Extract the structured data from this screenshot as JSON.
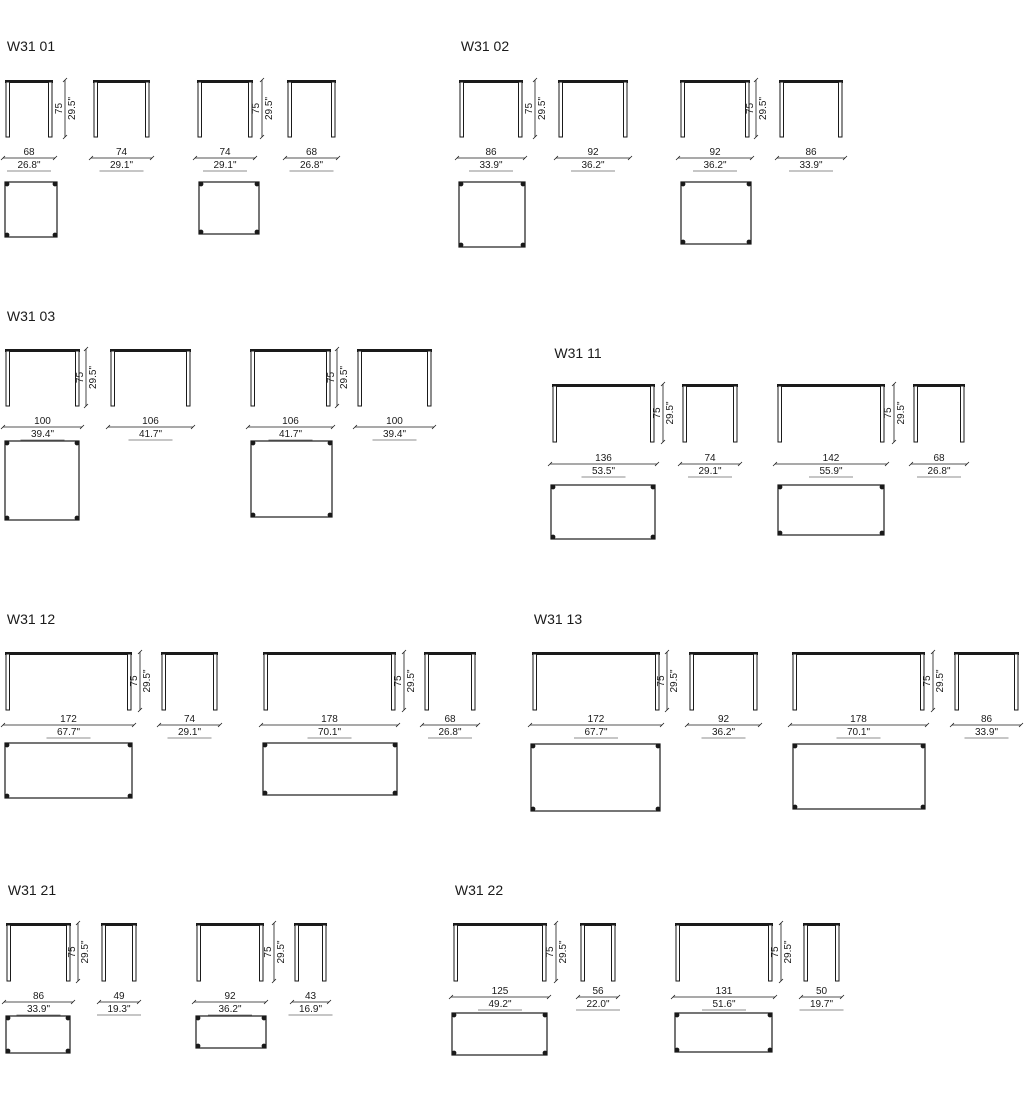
{
  "colors": {
    "line": "#1a1a1a",
    "background": "#ffffff"
  },
  "groups": [
    {
      "title": "W31 01",
      "heights": [
        "75",
        "29.5\""
      ],
      "tables": [
        {
          "width": "68",
          "width_in": "26.8\"",
          "depth": "74",
          "depth_in": "29.1\""
        },
        {
          "width": "74",
          "width_in": "29.1\"",
          "depth": "68",
          "depth_in": "26.8\""
        }
      ]
    },
    {
      "title": "W31 02",
      "heights": [
        "75",
        "29.5\""
      ],
      "tables": [
        {
          "width": "86",
          "width_in": "33.9\"",
          "depth": "92",
          "depth_in": "36.2\""
        },
        {
          "width": "92",
          "width_in": "36.2\"",
          "depth": "86",
          "depth_in": "33.9\""
        }
      ]
    },
    {
      "title": "W31 03",
      "heights": [
        "75",
        "29.5\""
      ],
      "tables": [
        {
          "width": "100",
          "width_in": "39.4\"",
          "depth": "106",
          "depth_in": "41.7\""
        },
        {
          "width": "106",
          "width_in": "41.7\"",
          "depth": "100",
          "depth_in": "39.4\""
        }
      ]
    },
    {
      "title": "W31 11",
      "heights": [
        "75",
        "29.5\""
      ],
      "tables": [
        {
          "width": "136",
          "width_in": "53.5\"",
          "depth": "74",
          "depth_in": "29.1\""
        },
        {
          "width": "142",
          "width_in": "55.9\"",
          "depth": "68",
          "depth_in": "26.8\""
        }
      ]
    },
    {
      "title": "W31 12",
      "heights": [
        "75",
        "29.5\""
      ],
      "tables": [
        {
          "width": "172",
          "width_in": "67.7\"",
          "depth": "74",
          "depth_in": "29.1\""
        },
        {
          "width": "178",
          "width_in": "70.1\"",
          "depth": "68",
          "depth_in": "26.8\""
        }
      ]
    },
    {
      "title": "W31 13",
      "heights": [
        "75",
        "29.5\""
      ],
      "tables": [
        {
          "width": "172",
          "width_in": "67.7\"",
          "depth": "92",
          "depth_in": "36.2\""
        },
        {
          "width": "178",
          "width_in": "70.1\"",
          "depth": "86",
          "depth_in": "33.9\""
        }
      ]
    },
    {
      "title": "W31 21",
      "heights": [
        "75",
        "29.5\""
      ],
      "tables": [
        {
          "width": "86",
          "width_in": "33.9\"",
          "depth": "49",
          "depth_in": "19.3\""
        },
        {
          "width": "92",
          "width_in": "36.2\"",
          "depth": "43",
          "depth_in": "16.9\""
        }
      ]
    },
    {
      "title": "W31 22",
      "heights": [
        "75",
        "29.5\""
      ],
      "tables": [
        {
          "width": "125",
          "width_in": "49.2\"",
          "depth": "56",
          "depth_in": "22.0\""
        },
        {
          "width": "131",
          "width_in": "51.6\"",
          "depth": "50",
          "depth_in": "19.7\""
        }
      ]
    }
  ]
}
